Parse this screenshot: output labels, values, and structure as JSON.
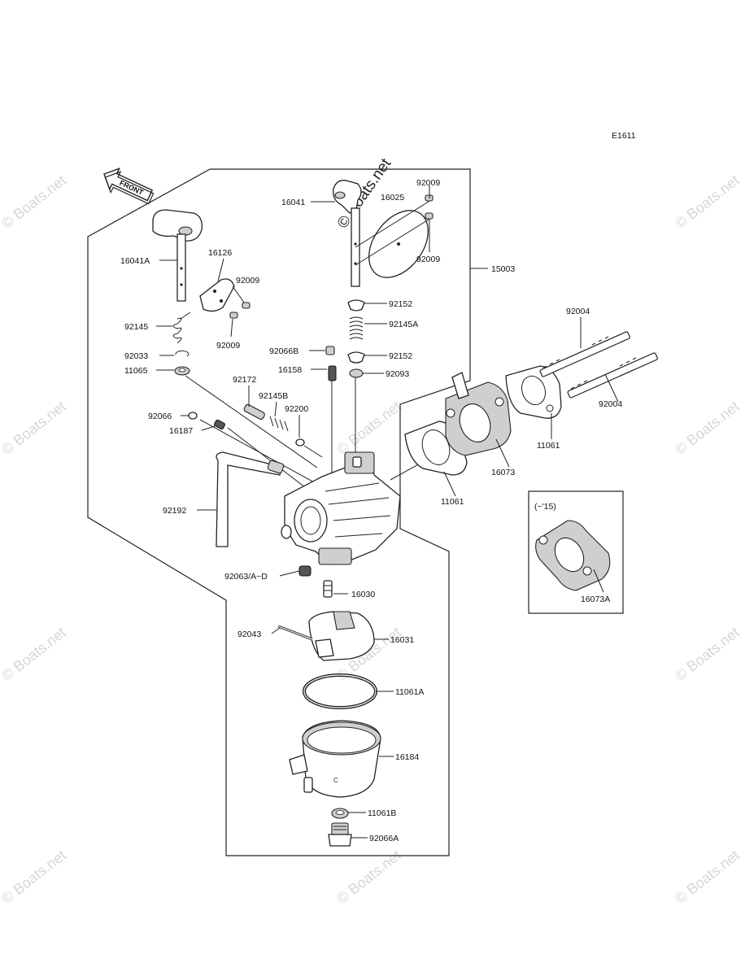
{
  "diagram_code": "E1611",
  "front_label": "FRONT",
  "inset_note": "(~'15)",
  "watermark_text": "© Boats.net",
  "parts": {
    "p16041": "16041",
    "p16041A": "16041A",
    "p16025": "16025",
    "p16126": "16126",
    "p92009_a": "92009",
    "p92009_b": "92009",
    "p92009_c": "92009",
    "p92009_d": "92009",
    "p15003": "15003",
    "p92145": "92145",
    "p92152_a": "92152",
    "p92145A": "92145A",
    "p92152_b": "92152",
    "p92033": "92033",
    "p11065": "11065",
    "p92066B": "92066B",
    "p16158": "16158",
    "p92093": "92093",
    "p92004_a": "92004",
    "p92004_b": "92004",
    "p92172": "92172",
    "p92145B": "92145B",
    "p92200": "92200",
    "p92066": "92066",
    "p16187": "16187",
    "p11061_a": "11061",
    "p11061_b": "11061",
    "p16073": "16073",
    "p92192": "92192",
    "p16073A": "16073A",
    "p92063": "92063/A~D",
    "p16030": "16030",
    "p92043": "92043",
    "p16031": "16031",
    "p11061A": "11061A",
    "p16184": "16184",
    "p11061B": "11061B",
    "p92066A": "92066A"
  }
}
